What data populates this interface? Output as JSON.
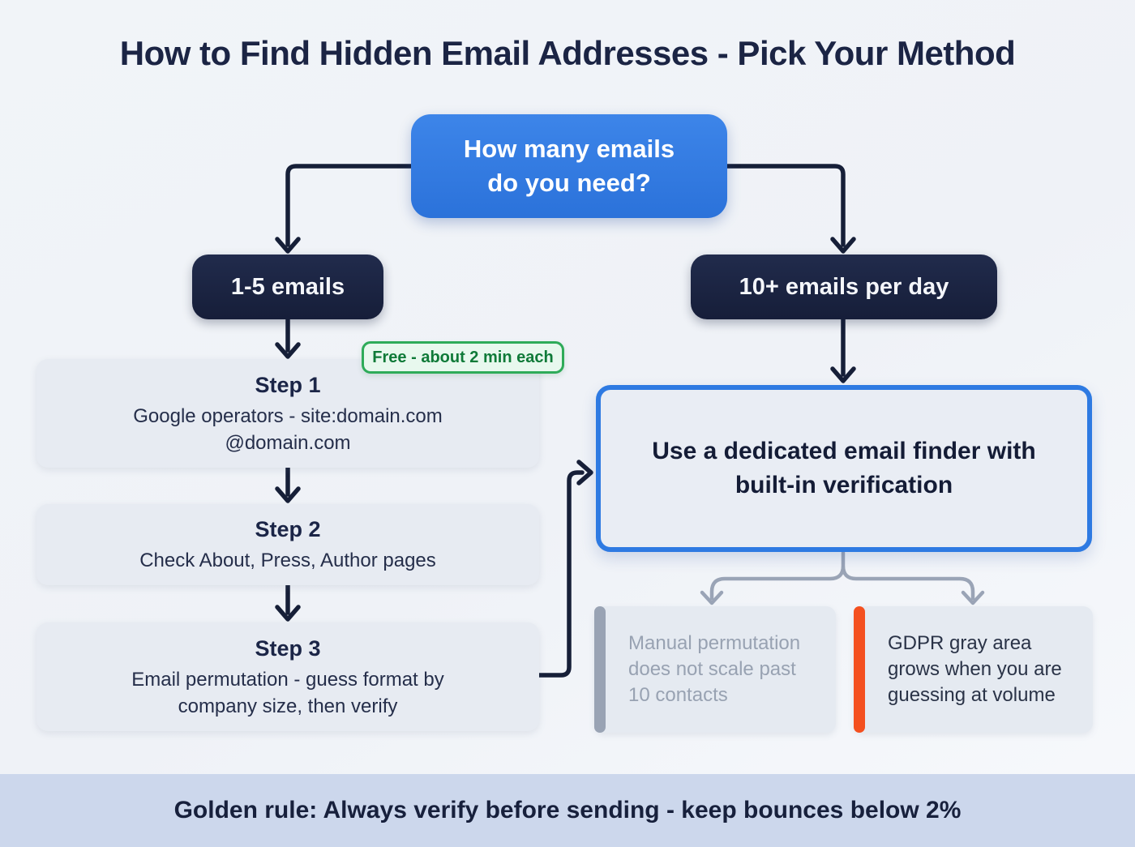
{
  "title": "How to Find Hidden Email Addresses - Pick Your Method",
  "decision": {
    "question": "How many emails do you need?"
  },
  "branches": {
    "left": {
      "label": "1-5 emails"
    },
    "right": {
      "label": "10+ emails per day"
    }
  },
  "badge": {
    "label": "Free - about 2 min each"
  },
  "steps": [
    {
      "title": "Step 1",
      "desc": "Google operators - site:domain.com @domain.com"
    },
    {
      "title": "Step 2",
      "desc": "Check About, Press, Author pages"
    },
    {
      "title": "Step 3",
      "desc": "Email permutation - guess format by company size, then verify"
    }
  ],
  "recommendation": {
    "label": "Use a dedicated email finder with built-in verification"
  },
  "warnings": [
    {
      "text": "Manual permutation does not scale past 10 contacts"
    },
    {
      "text": "GDPR gray area grows when you are guessing at volume"
    }
  ],
  "footer": {
    "rule": "Golden rule: Always verify before sending - keep bounces below 2%"
  },
  "colors": {
    "background": "#f0f3f7",
    "primary_blue": "#2e7ae2",
    "dark_navy": "#1b2440",
    "step_box_bg": "#e7ebf2",
    "badge_border_green": "#2eab59",
    "badge_bg_green": "#e8f8ee",
    "badge_text_green": "#0f7a38",
    "warning_gray_accent": "#99a3b4",
    "warning_orange_accent": "#f4501f",
    "muted_text": "#98a2b2",
    "footer_bg": "#ccd7ec",
    "connector_dark": "#161f38",
    "connector_gray": "#9aa4b6"
  }
}
